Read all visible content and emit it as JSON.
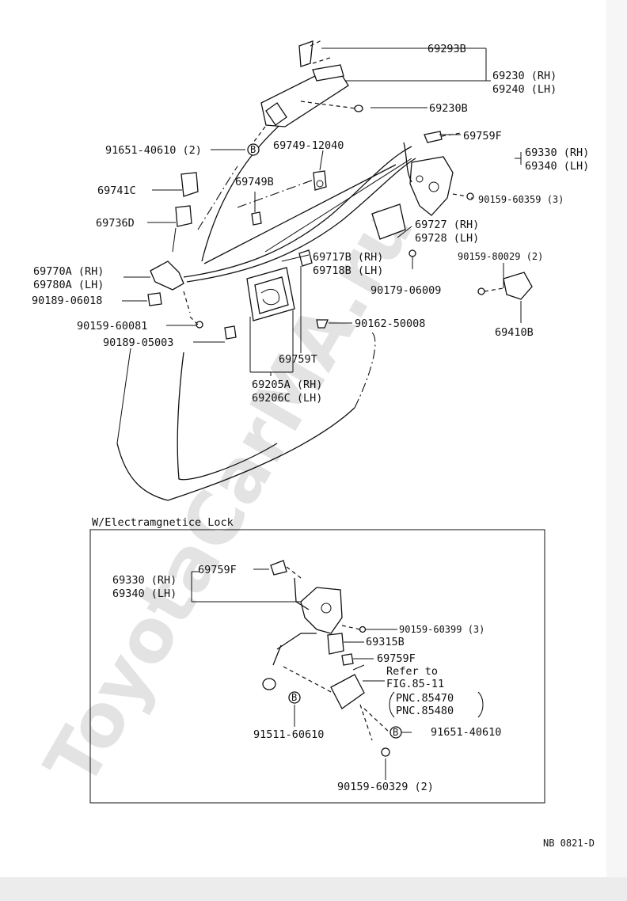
{
  "watermark": "ToyotaCarMA.ru",
  "drawing_code": "NB 0821-D",
  "section_title": "W/Electramgnetice Lock",
  "callouts": {
    "p69293B": "69293B",
    "p69230": "69230 (RH)",
    "p69240": "69240 (LH)",
    "p69230B": "69230B",
    "p69759F_top": "69759F",
    "p91651_top": "91651-40610 (2)",
    "p69749": "69749-12040",
    "p69330": "69330 (RH)",
    "p69340": "69340 (LH)",
    "p69741C": "69741C",
    "p69749B": "69749B",
    "p90159_60359": "90159-60359 (3)",
    "p69736D": "69736D",
    "p69727": "69727 (RH)",
    "p69728": "69728 (LH)",
    "p90159_80029": "90159-80029 (2)",
    "p69770A": "69770A (RH)",
    "p69780A": "69780A (LH)",
    "p69717B": "69717B (RH)",
    "p69718B": "69718B (LH)",
    "p90179": "90179-06009",
    "p90189_06018": "90189-06018",
    "p90159_60081": "90159-60081",
    "p90162": "90162-50008",
    "p69410B": "69410B",
    "p90189_05003": "90189-05003",
    "p69759T": "69759T",
    "p69205A": "69205A (RH)",
    "p69206C": "69206C (LH)"
  },
  "inset_callouts": {
    "p69759F_a": "69759F",
    "p69330": "69330 (RH)",
    "p69340": "69340 (LH)",
    "p90159_60399": "90159-60399 (3)",
    "p69315B": "69315B",
    "p69759F_b": "69759F",
    "refer_to": "Refer to",
    "fig": "FIG.85-11",
    "pnc1": "PNC.85470",
    "pnc2": "PNC.85480",
    "p91511": "91511-60610",
    "p91651": "91651-40610",
    "p90159_60329": "90159-60329 (2)"
  },
  "bolt_marker": "B"
}
